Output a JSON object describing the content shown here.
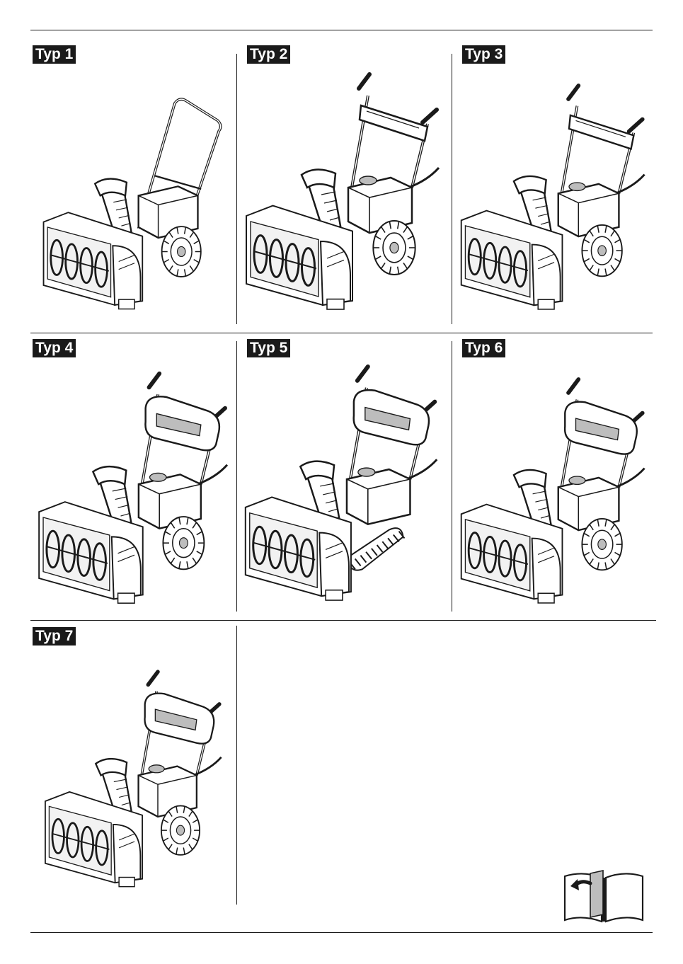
{
  "figures": [
    {
      "label": "Typ 1",
      "variant": "single-stage-loop-handle",
      "drive": "wheels"
    },
    {
      "label": "Typ 2",
      "variant": "two-stage-open-engine",
      "drive": "wheels"
    },
    {
      "label": "Typ 3",
      "variant": "two-stage-open-engine",
      "drive": "wheels"
    },
    {
      "label": "Typ 4",
      "variant": "two-stage-dash-panel",
      "drive": "wheels"
    },
    {
      "label": "Typ 5",
      "variant": "two-stage-dash-panel",
      "drive": "tracks"
    },
    {
      "label": "Typ 6",
      "variant": "two-stage-dash-panel",
      "drive": "wheels"
    },
    {
      "label": "Typ 7",
      "variant": "two-stage-dash-panel",
      "drive": "wheels"
    }
  ],
  "footer_icon": "open-manual-book-icon",
  "colors": {
    "ink": "#1a1a1a",
    "paper": "#ffffff",
    "shade": "#bdbdbd"
  }
}
